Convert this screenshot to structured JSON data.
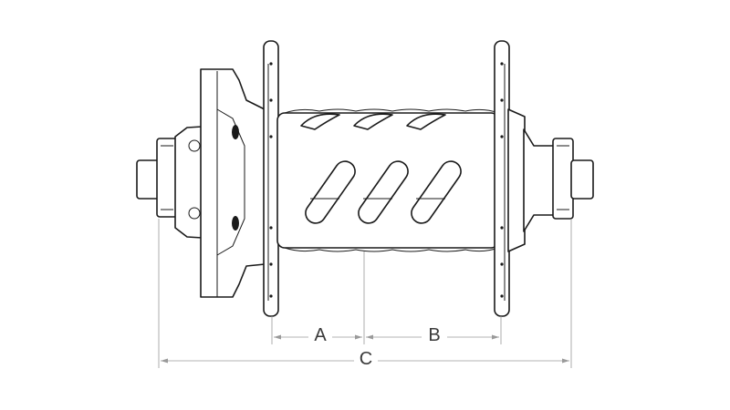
{
  "drawing": {
    "subject": "hub-side-view",
    "dimensions": [
      {
        "id": "a",
        "label": "A"
      },
      {
        "id": "b",
        "label": "B"
      },
      {
        "id": "c",
        "label": "C"
      }
    ]
  },
  "colors": {
    "outline": "#1a1a1a",
    "dimension_line": "#9a9a9a",
    "label": "#3a3a3a",
    "background": "#ffffff"
  }
}
